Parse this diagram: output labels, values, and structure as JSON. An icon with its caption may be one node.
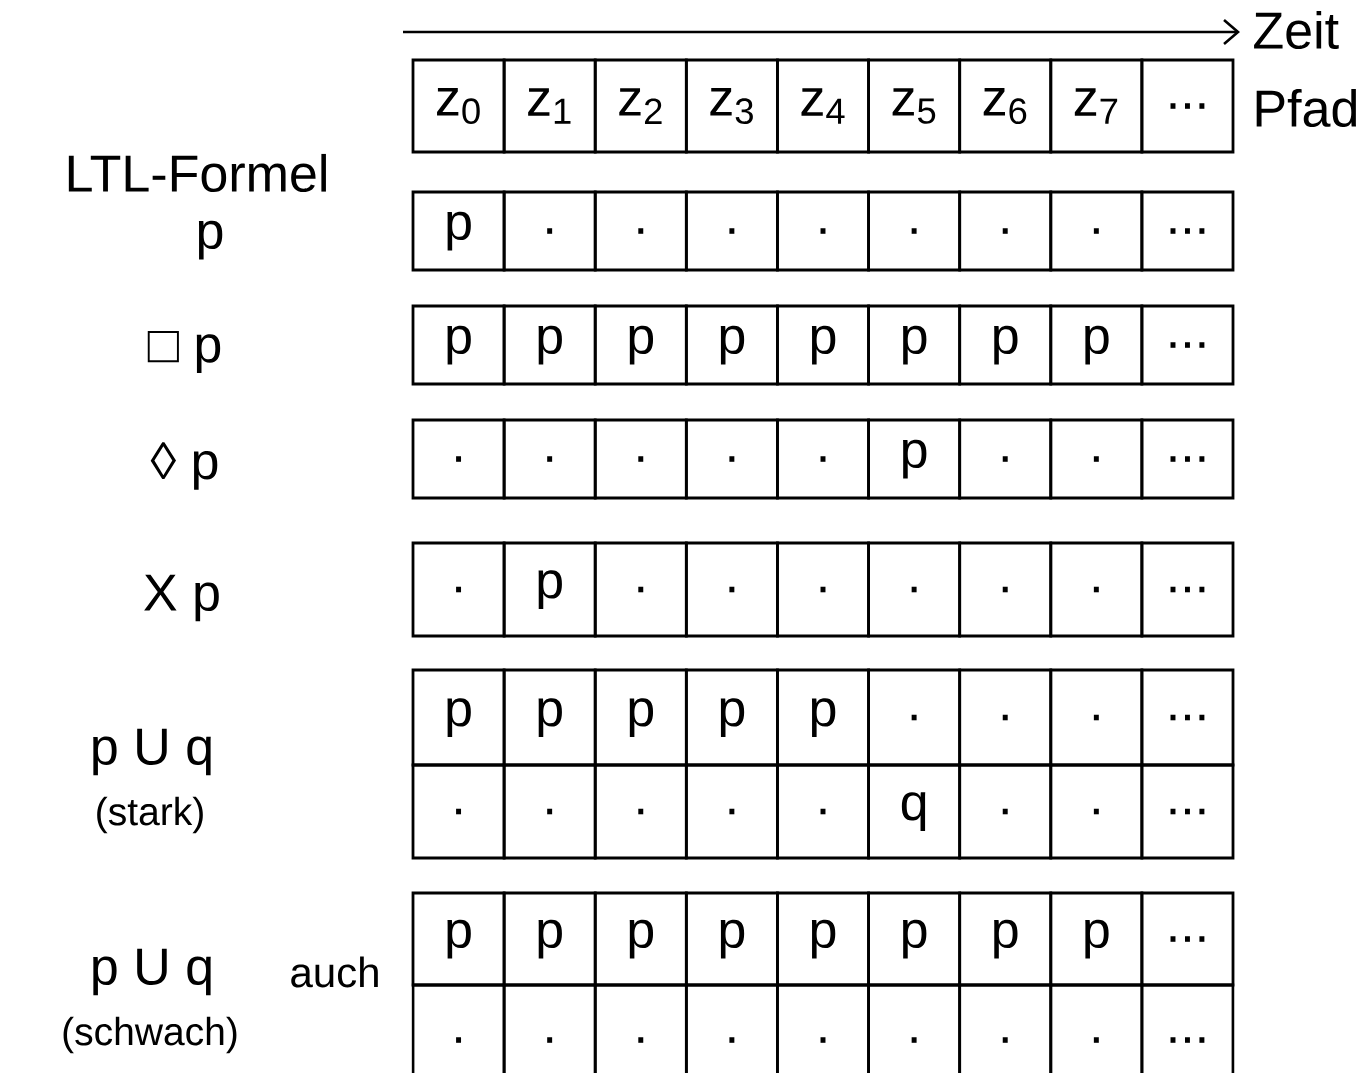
{
  "diagram": {
    "labels": [
      "Zeit",
      "z$_{0}$",
      "z$_{1}$",
      "z$_{2}$",
      "z$_{3}$",
      "z$_{4}$",
      "z$_{5}$",
      "z$_{6}$",
      "z$_{7}$",
      "...",
      "Pfad",
      "LTL-Formel",
      "p",
      "p",
      ".",
      ".",
      ".",
      ".",
      ".",
      ".",
      ".",
      "...",
      "□ p",
      "p",
      "p",
      "p",
      "p",
      "p",
      "p",
      "p",
      "p",
      "...",
      "◊ p",
      ".",
      ".",
      ".",
      ".",
      ".",
      "p",
      ".",
      ".",
      "...",
      "X p",
      ".",
      "p",
      ".",
      ".",
      ".",
      ".",
      ".",
      ".",
      "...",
      "p",
      "p",
      "p",
      "p",
      "p",
      ".",
      ".",
      ".",
      "...",
      "p U q",
      "(stark)",
      ".",
      ".",
      ".",
      ".",
      ".",
      "q",
      ".",
      ".",
      "...",
      "p U q",
      "auch",
      "p",
      "p",
      "p",
      "p",
      "p",
      "p",
      "p",
      "p",
      "...",
      "(schwach)",
      ".",
      ".",
      ".",
      ".",
      ".",
      ".",
      ".",
      ".",
      "..."
    ]
  }
}
